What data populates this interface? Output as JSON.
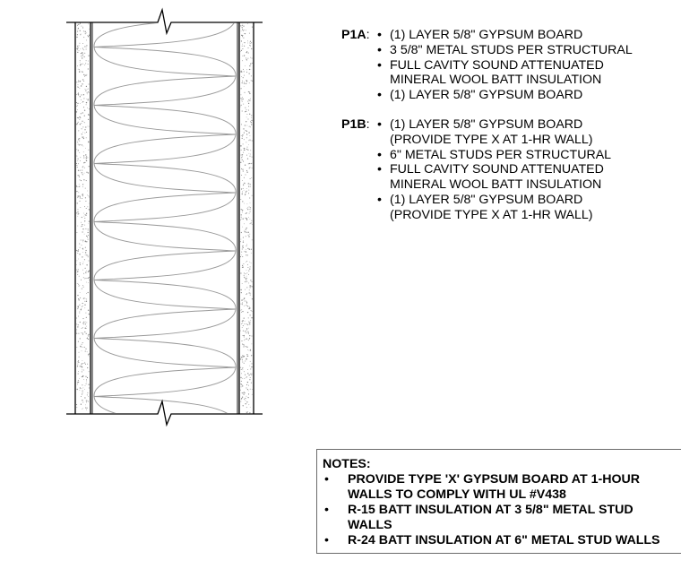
{
  "wall_types": [
    {
      "tag": "P1A",
      "items": [
        "(1) LAYER 5/8\" GYPSUM BOARD",
        "3 5/8\" METAL STUDS PER STRUCTURAL",
        "FULL CAVITY SOUND ATTENUATED\nMINERAL WOOL BATT INSULATION",
        "(1) LAYER 5/8\" GYPSUM BOARD"
      ]
    },
    {
      "tag": "P1B",
      "items": [
        "(1) LAYER 5/8\" GYPSUM BOARD\n(PROVIDE TYPE X AT 1-HR WALL)",
        "6\" METAL STUDS PER STRUCTURAL",
        "FULL CAVITY SOUND ATTENUATED\nMINERAL WOOL BATT INSULATION",
        "(1) LAYER 5/8\" GYPSUM BOARD\n(PROVIDE TYPE X AT 1-HR WALL)"
      ]
    }
  ],
  "notes": {
    "title": "NOTES:",
    "items": [
      "PROVIDE TYPE 'X' GYPSUM BOARD AT 1-HOUR\nWALLS TO COMPLY WITH UL #V438",
      "R-15 BATT INSULATION AT 3 5/8\" METAL STUD\nWALLS",
      "R-24 BATT INSULATION AT 6\" METAL STUD WALLS"
    ]
  },
  "colors": {
    "line": "#000000",
    "stipple": "#8a8a8a",
    "insulation": "#9a9a9a",
    "notes_border": "#6b6b6b"
  }
}
